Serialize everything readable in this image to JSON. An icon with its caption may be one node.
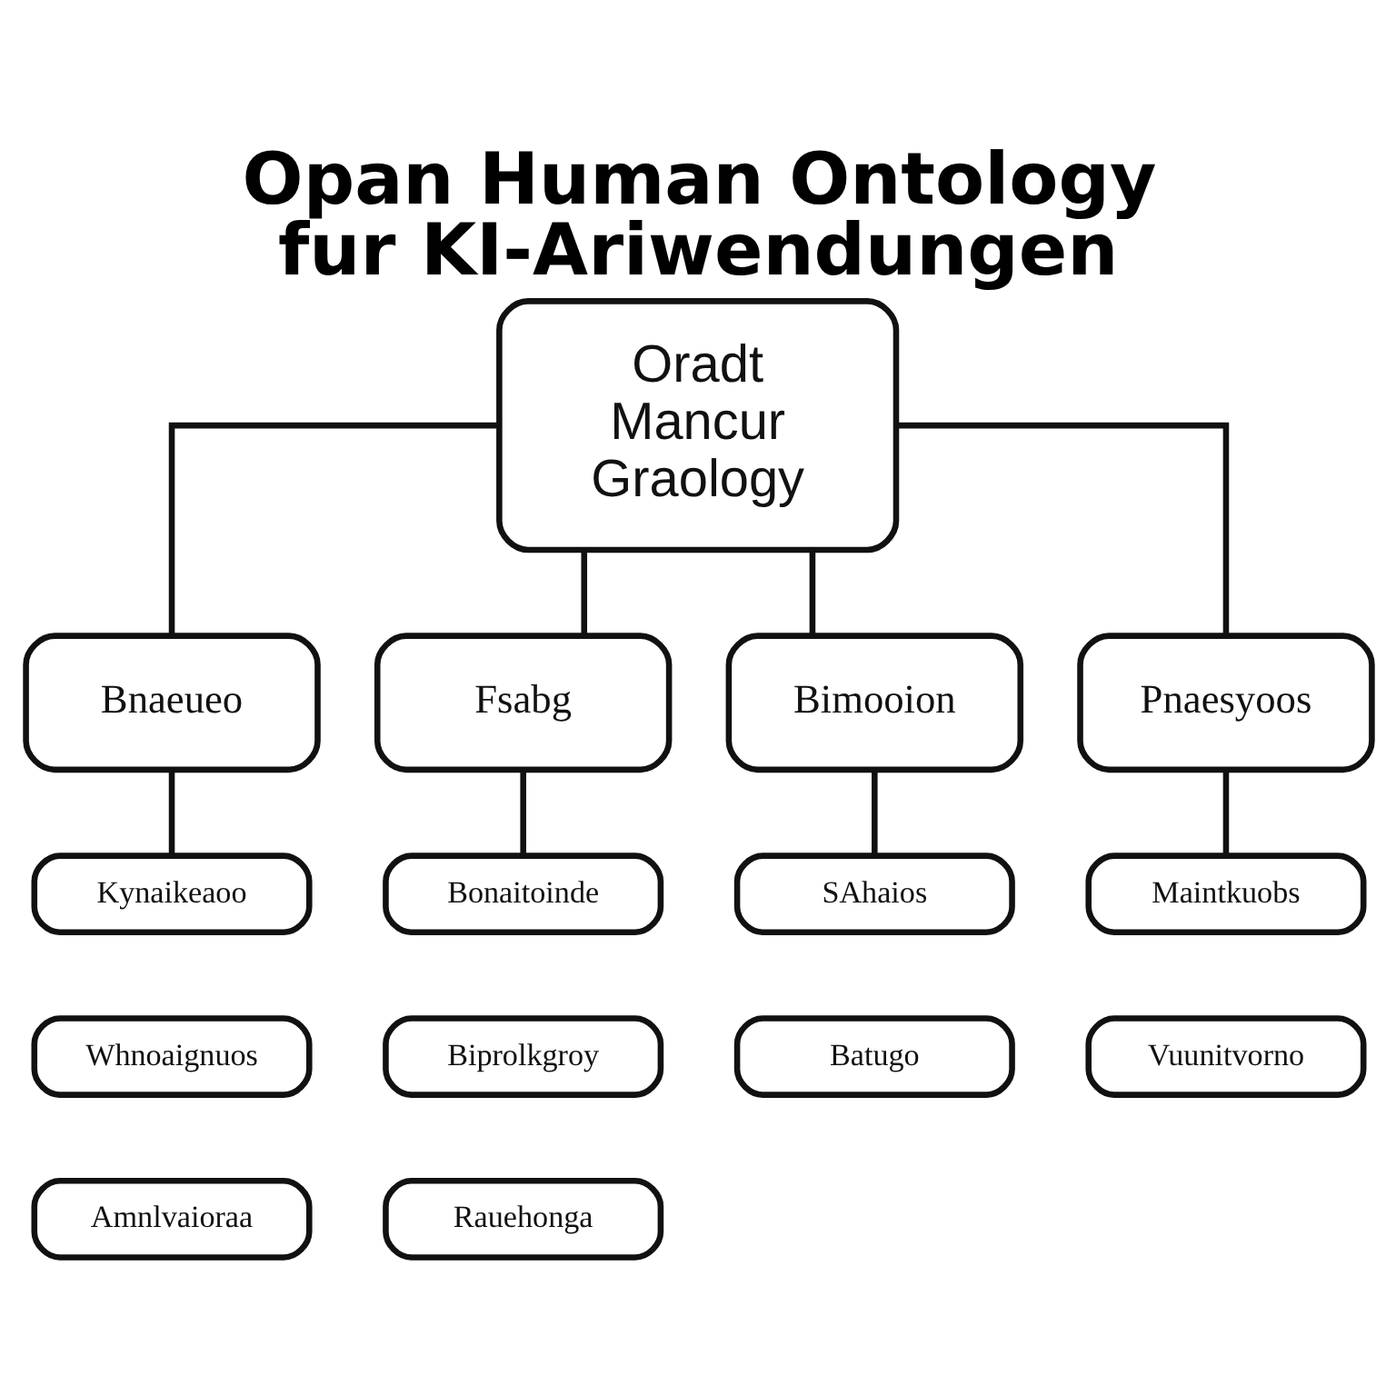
{
  "diagram": {
    "title": "Opan Human Ontology fur KI-Ariwendungen",
    "nodes": [
      {
        "text": [
          "Oradt Mancur Graology"
        ]
      },
      {
        "text": [
          "Bnaeueo"
        ]
      },
      {
        "text": [
          "Fsabg"
        ]
      },
      {
        "text": [
          "Bimooion"
        ]
      },
      {
        "text": [
          "Pnaesyoos"
        ]
      },
      {
        "text": [
          "Kynaikeaoo"
        ]
      },
      {
        "text": [
          "Bonaitoinde"
        ]
      },
      {
        "text": [
          "SAhaios"
        ]
      },
      {
        "text": [
          "Maintkuobs"
        ]
      },
      {
        "text": [
          "Whnoaignuos"
        ]
      },
      {
        "text": [
          "Biprolkgroy"
        ]
      },
      {
        "text": [
          "Batugo"
        ]
      },
      {
        "text": [
          "Vuunitvorno"
        ]
      },
      {
        "text": [
          "Amnlvaioraa"
        ]
      },
      {
        "text": [
          "Rauehonga"
        ]
      }
    ],
    "edges": [
      {
        "from": 0,
        "to": 1,
        "arrow": "none"
      },
      {
        "from": 0,
        "to": 2,
        "arrow": "none"
      },
      {
        "from": 0,
        "to": 3,
        "arrow": "none"
      },
      {
        "from": 0,
        "to": 4,
        "arrow": "none"
      },
      {
        "from": 1,
        "to": 5,
        "arrow": "none"
      },
      {
        "from": 2,
        "to": 6,
        "arrow": "none"
      },
      {
        "from": 3,
        "to": 7,
        "arrow": "none"
      },
      {
        "from": 4,
        "to": 8,
        "arrow": "none"
      }
    ]
  }
}
